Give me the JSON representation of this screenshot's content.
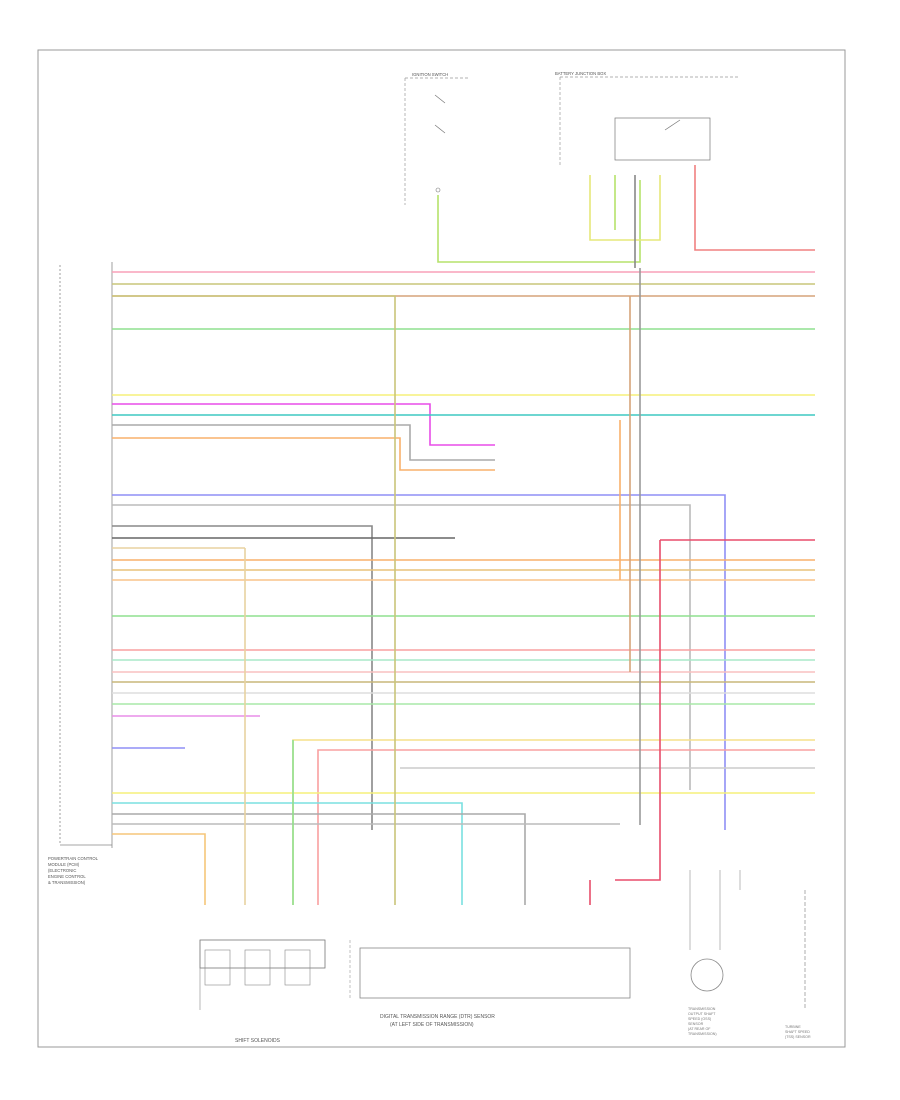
{
  "diagram": {
    "corner_label": "",
    "ecm_title": [
      "POWERTRAIN CONTROL",
      "MODULE (PCM)",
      "(ELECTRONIC",
      "ENGINE CONTROL",
      "& TRANSMISSION)"
    ],
    "transmission_title": [
      "DIGITAL TRANSMISSION RANGE (DTR) SENSOR",
      "(AT LEFT SIDE OF TRANSMISSION)"
    ],
    "solenoid_caption": "SHIFT SOLENOIDS",
    "ignition_switch_label": "IGNITION SWITCH",
    "right_switch_label": "BATTERY JUNCTION BOX",
    "vss_label": [
      "TRANSMISSION",
      "OUTPUT SHAFT",
      "SPEED (OSS)",
      "SENSOR",
      "(AT REAR OF",
      "TRANSMISSION)"
    ],
    "tss_label": [
      "TURBINE",
      "SHAFT SPEED",
      "(TSS) SENSOR"
    ]
  }
}
